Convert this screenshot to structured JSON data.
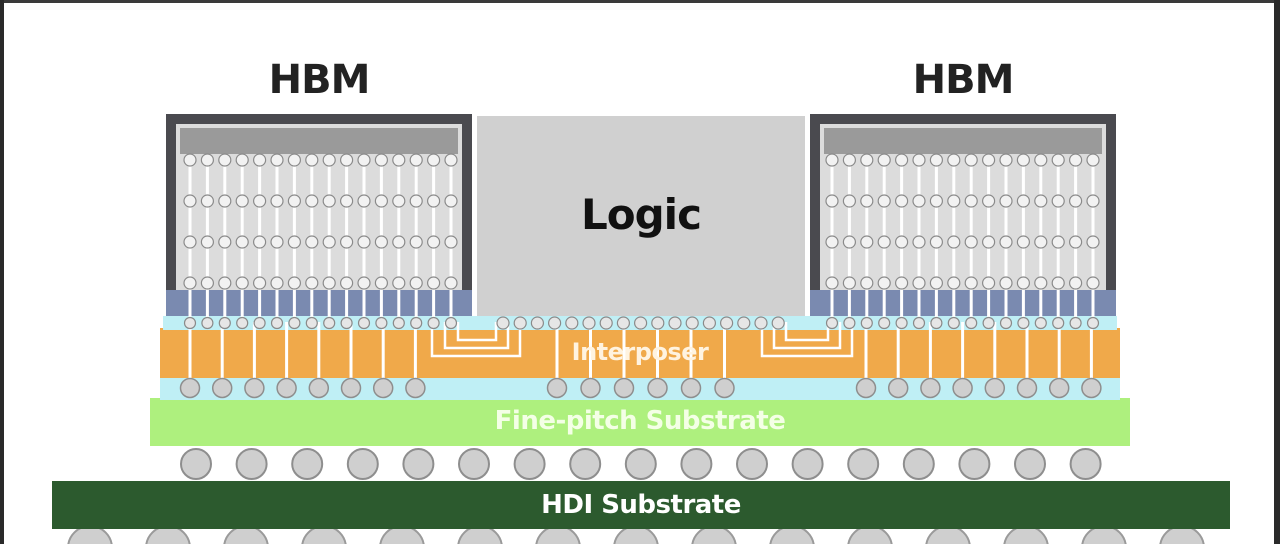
{
  "labels": {
    "hbm_left": "HBM",
    "hbm_right": "HBM",
    "logic": "Logic",
    "interposer": "Interposer",
    "fine_pitch_substrate": "Fine-pitch Substrate",
    "hdi_substrate": "HDI Substrate"
  },
  "colors": {
    "hbm_frame": "#4a4a4f",
    "hbm_cap": "#9a9a9a",
    "hbm_body": "#dcdcdc",
    "hbm_base_die": "#7a8ab0",
    "logic_die": "#d0d0d0",
    "interposer": "#f0a94a",
    "microbump_band": "#bfeff5",
    "fine_pitch_substrate": "#aef07e",
    "hdi_substrate": "#2c5a2e",
    "solder_ball": "#cfcfcf",
    "tsv": "#ffffff"
  }
}
